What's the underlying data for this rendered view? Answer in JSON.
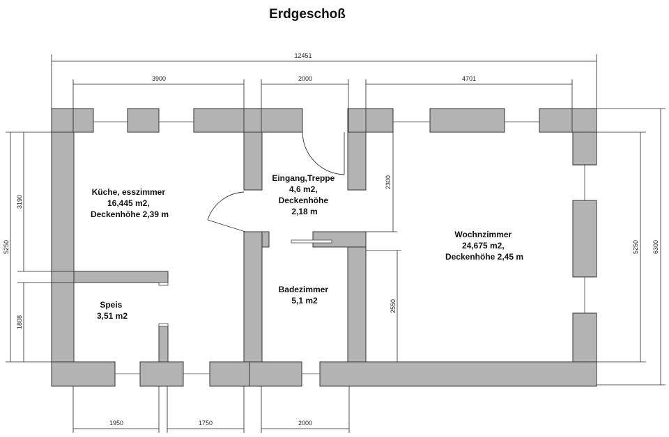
{
  "title": "Erdgeschoß",
  "rooms": [
    {
      "id": "kueche",
      "lines": [
        "Küche, esszimmer",
        "16,445 m2,",
        "Deckenhöhe 2,39 m"
      ]
    },
    {
      "id": "speis",
      "lines": [
        "Speis",
        "3,51 m2"
      ]
    },
    {
      "id": "eingang",
      "lines": [
        "Eingang,Treppe",
        "4,6 m2,",
        "Deckenhöhe",
        "2,18 m"
      ]
    },
    {
      "id": "badezimmer",
      "lines": [
        "Badezimmer",
        "5,1 m2"
      ]
    },
    {
      "id": "wohnzimmer",
      "lines": [
        "Wochnzimmer",
        "24,675 m2,",
        "Deckenhöhe 2,45 m"
      ]
    }
  ],
  "dimensions": {
    "top_total": "12451",
    "top_kueche": "3900",
    "top_eingang": "2000",
    "top_wohnzimmer": "4701",
    "bottom_speis": "1950",
    "bottom_kueche": "1750",
    "bottom_bad": "2000",
    "left_total": "5250",
    "left_kueche": "3190",
    "left_speis": "1808",
    "mid_eingang": "2300",
    "mid_wohn": "2550",
    "right_inner": "5250",
    "right_outer": "6300"
  }
}
